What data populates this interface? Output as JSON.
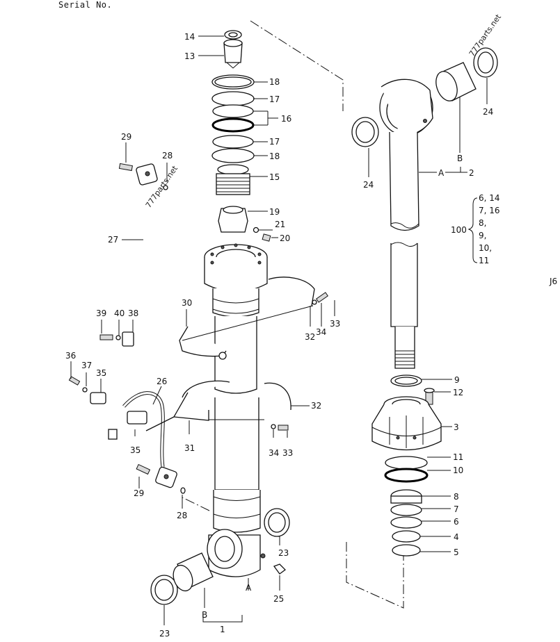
{
  "header": {
    "serial_label": "Serial No."
  },
  "watermark": {
    "text_a": "777parts.net",
    "text_b": "777parts.net"
  },
  "edge_mark": "J6",
  "callouts": {
    "c14": "14",
    "c13": "13",
    "c18a": "18",
    "c17a": "17",
    "c16": "16",
    "c17b": "17",
    "c18b": "18",
    "c15": "15",
    "c19": "19",
    "c21": "21",
    "c20": "20",
    "c29a": "29",
    "c28a": "28",
    "c27": "27",
    "c30": "30",
    "c39": "39",
    "c40": "40",
    "c38": "38",
    "c36": "36",
    "c37": "37",
    "c35a": "35",
    "c26": "26",
    "c35b": "35",
    "c31": "31",
    "c32a": "32",
    "c34a": "34",
    "c33a": "33",
    "c32b": "32",
    "c34b": "34",
    "c33b": "33",
    "c29b": "29",
    "c28b": "28",
    "c23a": "23",
    "c25": "25",
    "c23b": "23",
    "cB1": "B",
    "cA1": "A",
    "c1": "1",
    "c24a": "24",
    "c24b": "24",
    "cB2": "B",
    "cA2": "A",
    "c2": "2",
    "c9": "9",
    "c12": "12",
    "c3": "3",
    "c11": "11",
    "c10": "10",
    "c8": "8",
    "c7": "7",
    "c6": "6",
    "c4": "4",
    "c5": "5"
  },
  "kit": {
    "number": "100",
    "lines": [
      "6, 14",
      "7, 16",
      "8,",
      "9,",
      "10,",
      "11"
    ]
  }
}
